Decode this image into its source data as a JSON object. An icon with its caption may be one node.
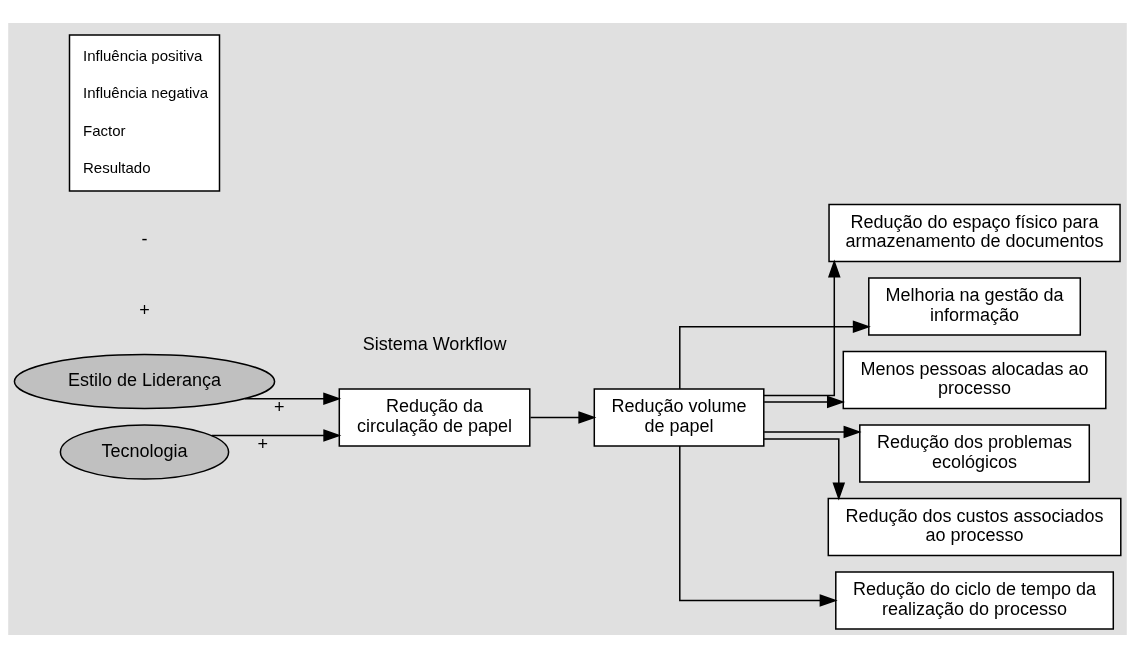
{
  "diagram": {
    "nodes": [
      {
        "text": [
          "Estilo de Liderança"
        ]
      },
      {
        "text": [
          "Tecnologia"
        ]
      },
      {
        "text": [
          "Redução da circulação de papel"
        ]
      },
      {
        "text": [
          "Redução volume de papel"
        ]
      },
      {
        "text": [
          "Redução do espaço físico para armazenamento de documentos"
        ]
      },
      {
        "text": [
          "Melhoria na gestão da informação"
        ]
      },
      {
        "text": [
          "Menos pessoas alocadas ao processo"
        ]
      },
      {
        "text": [
          "Redução dos problemas ecológicos"
        ]
      },
      {
        "text": [
          "Redução dos custos associados ao processo"
        ]
      },
      {
        "text": [
          "Redução do ciclo de tempo da realização do processo"
        ]
      }
    ],
    "edges": [
      {
        "from": 0,
        "to": 2,
        "arrow": "to",
        "label": "+"
      },
      {
        "from": 1,
        "to": 2,
        "arrow": "to",
        "label": "+"
      },
      {
        "from": 2,
        "to": 3,
        "arrow": "to"
      },
      {
        "from": 3,
        "to": 4,
        "arrow": "to"
      },
      {
        "from": 3,
        "to": 5,
        "arrow": "to"
      },
      {
        "from": 3,
        "to": 6,
        "arrow": "to"
      },
      {
        "from": 3,
        "to": 7,
        "arrow": "to"
      },
      {
        "from": 3,
        "to": 8,
        "arrow": "to"
      },
      {
        "from": 3,
        "to": 9,
        "arrow": "to"
      }
    ],
    "labels": [
      "Sistema Workflow",
      "+",
      "-"
    ],
    "legend": [
      {
        "text": "Influência positiva"
      },
      {
        "text": "Influência negativa"
      },
      {
        "text": "Factor"
      },
      {
        "text": "Resultado"
      }
    ]
  }
}
